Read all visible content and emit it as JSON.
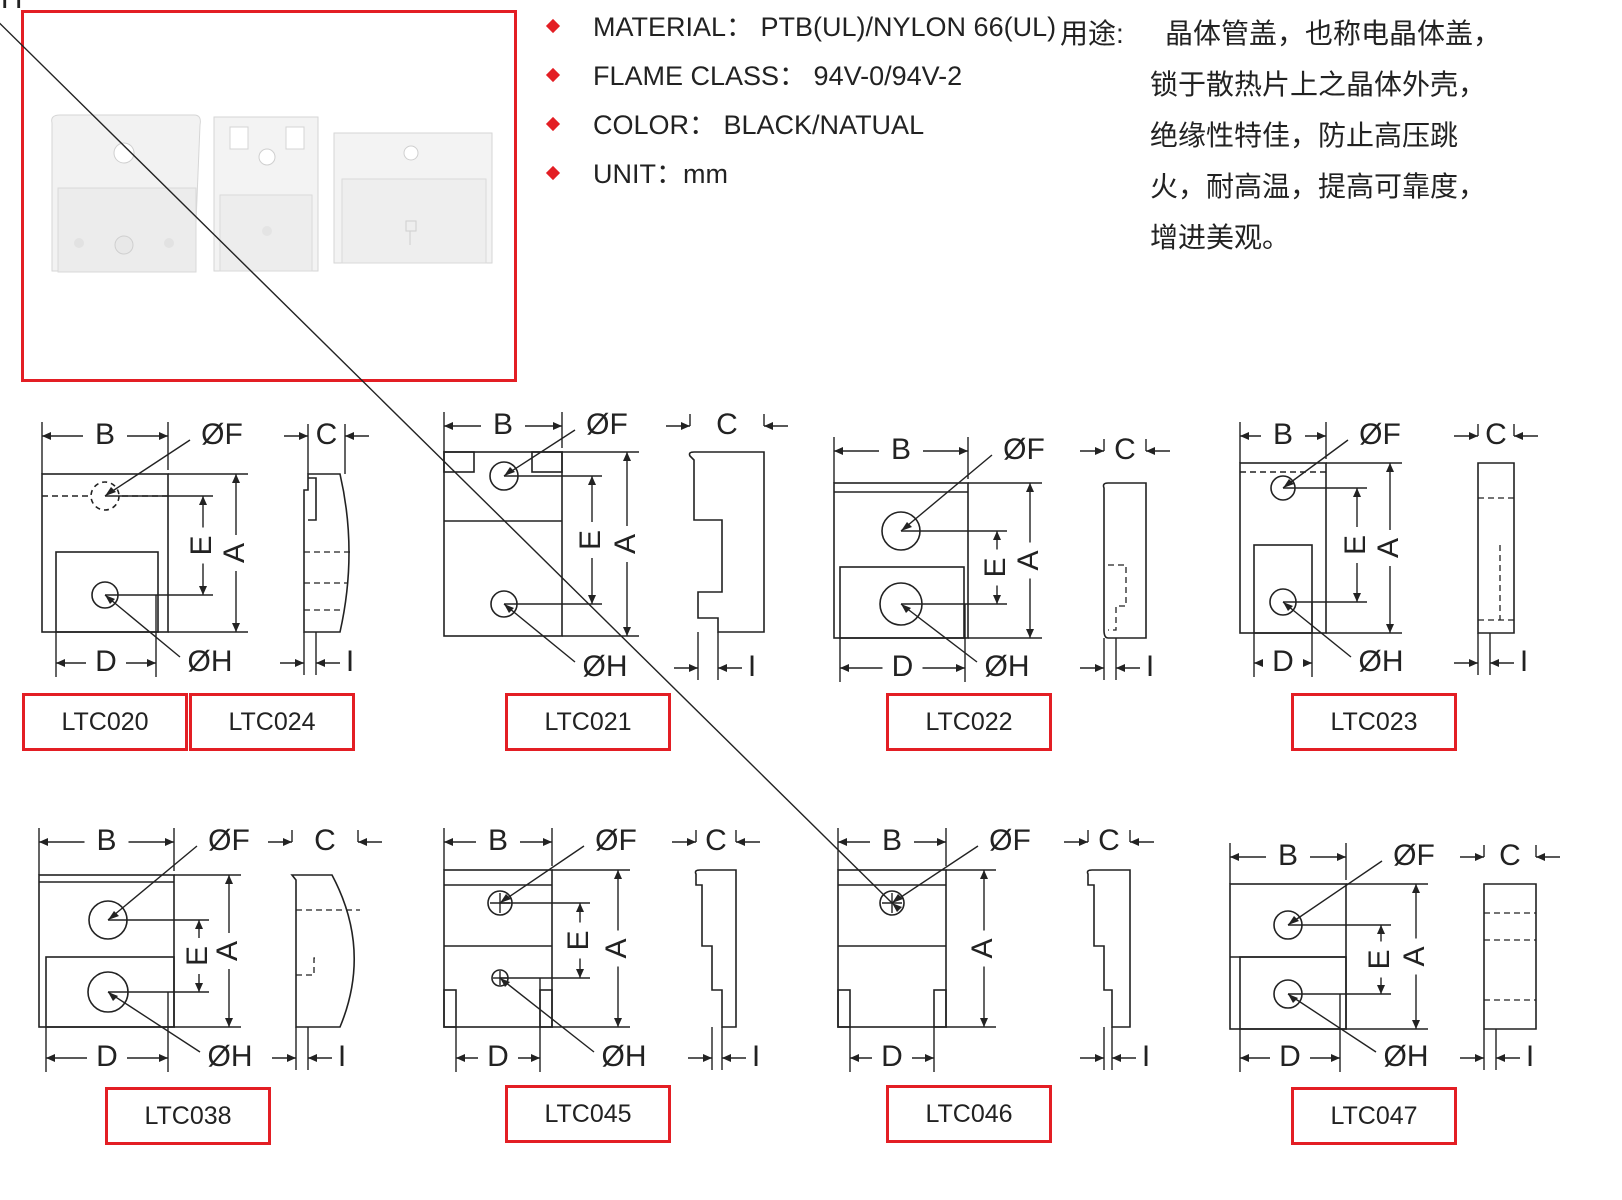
{
  "specs": [
    {
      "text": "MATERIAL： PTB(UL)/NYLON 66(UL)"
    },
    {
      "text": "FLAME CLASS： 94V-0/94V-2"
    },
    {
      "text": "COLOR： BLACK/NATUAL"
    },
    {
      "text": "UNIT：mm"
    }
  ],
  "usage": {
    "label": "用途:",
    "lines": [
      "晶体管盖，也称电晶体盖，",
      "锁于散热片上之晶体外壳，",
      "绝缘性特佳，防止高压跳",
      "火，耐高温，提高可靠度，",
      "增进美观。"
    ]
  },
  "dim_labels": {
    "b": "B",
    "f": "ØF",
    "c": "C",
    "e": "E",
    "a": "A",
    "d": "D",
    "h": "ØH",
    "i": "I"
  },
  "models": [
    "LTC020",
    "LTC024",
    "LTC021",
    "LTC022",
    "LTC023",
    "LTC038",
    "LTC045",
    "LTC046",
    "LTC047"
  ],
  "colors": {
    "accent": "#e31e24",
    "line": "#222222"
  }
}
